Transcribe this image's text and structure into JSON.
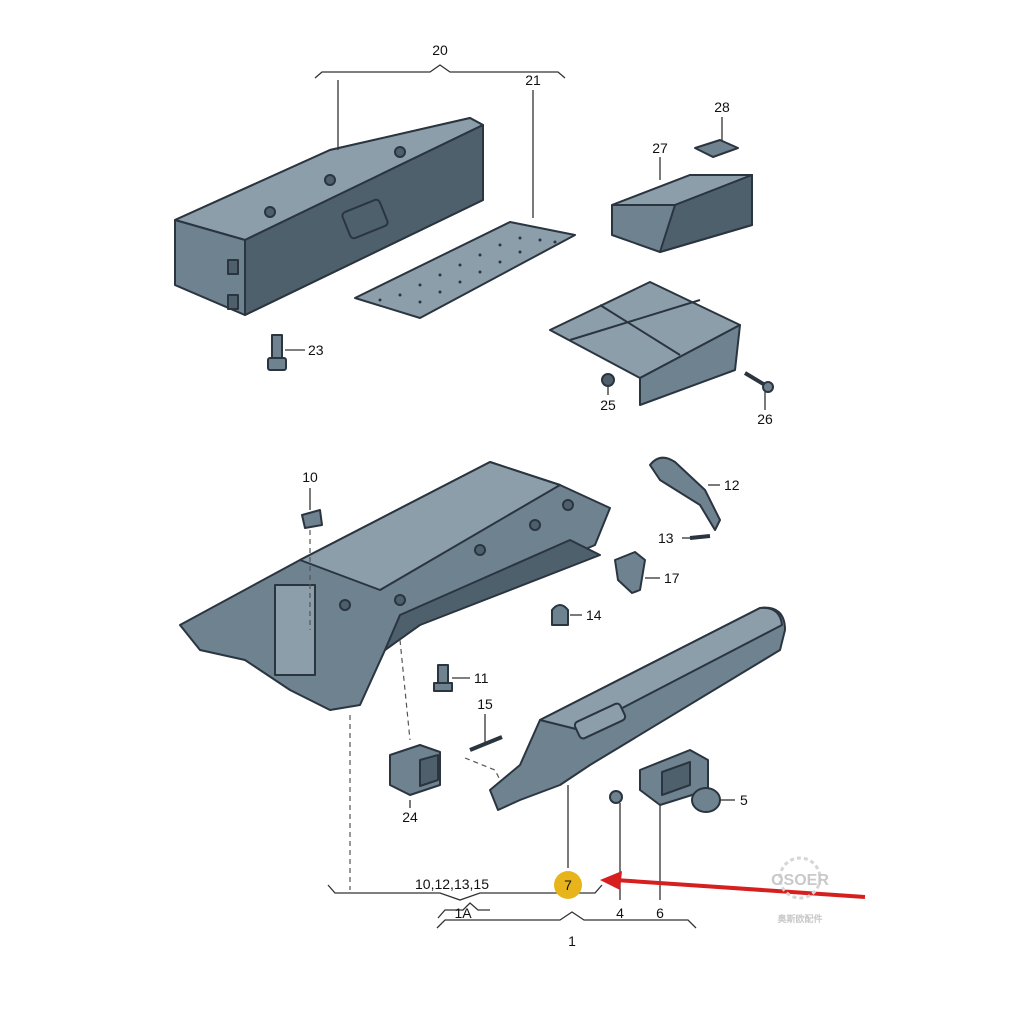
{
  "callouts": {
    "c20": "20",
    "c21": "21",
    "c28": "28",
    "c27": "27",
    "c23": "23",
    "c25": "25",
    "c26": "26",
    "c10": "10",
    "c12": "12",
    "c13": "13",
    "c17": "17",
    "c14": "14",
    "c11": "11",
    "c15": "15",
    "c24": "24",
    "c5": "5",
    "c7": "7",
    "c4": "4",
    "c6": "6",
    "c1": "1",
    "c1a": "1A",
    "group_label": "10,12,13,15"
  },
  "highlight": {
    "part": "7",
    "circle_color": "#e8b41c",
    "arrow_color": "#d62020"
  },
  "watermark": {
    "brand": "OSOER",
    "sub": "奥斯欧配件"
  },
  "colors": {
    "part_fill": "#6f8290",
    "outline": "#2a3540"
  }
}
